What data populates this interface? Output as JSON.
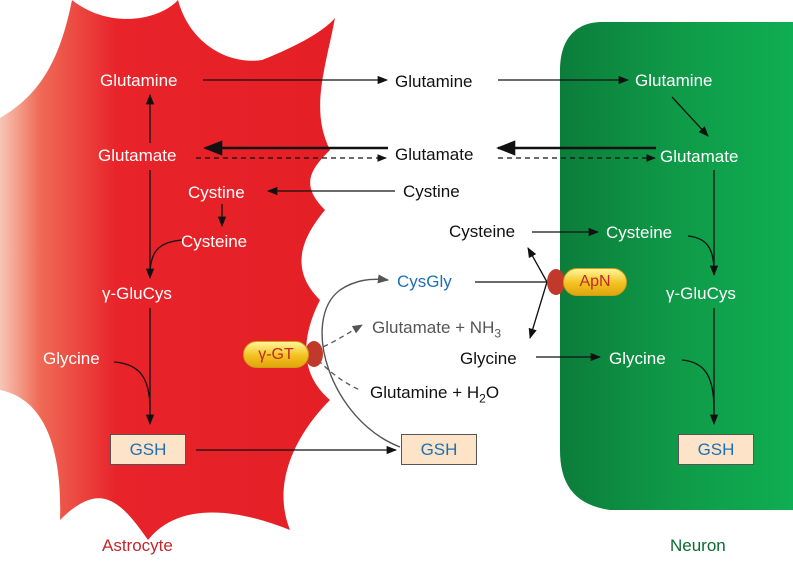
{
  "astrocyte": {
    "label": "Astrocyte",
    "glutamine": "Glutamine",
    "glutamate": "Glutamate",
    "cystine": "Cystine",
    "cysteine": "Cysteine",
    "glucys": "γ-GluCys",
    "glycine": "Glycine",
    "gsh": "GSH",
    "enzyme": "γ-GT"
  },
  "extracellular": {
    "glutamine": "Glutamine",
    "glutamate": "Glutamate",
    "cystine": "Cystine",
    "cysteine": "Cysteine",
    "cysgly": "CysGly",
    "glutamate_nh3": "Glutamate + NH",
    "nh3_sub": "3",
    "glutamine_h2o": "Glutamine + H",
    "h2o_sub": "2",
    "h2o_tail": "O",
    "glycine": "Glycine",
    "gsh": "GSH"
  },
  "neuron": {
    "label": "Neuron",
    "glutamine": "Glutamine",
    "glutamate": "Glutamate",
    "cysteine": "Cysteine",
    "glucys": "γ-GluCys",
    "glycine": "Glycine",
    "gsh": "GSH",
    "enzyme": "ApN"
  },
  "colors": {
    "astrocyte_red": "#e8232a",
    "neuron_green": "#0f9f4a",
    "enzyme_marker": "#c0392b",
    "label_blue": "#1f6fb5"
  }
}
